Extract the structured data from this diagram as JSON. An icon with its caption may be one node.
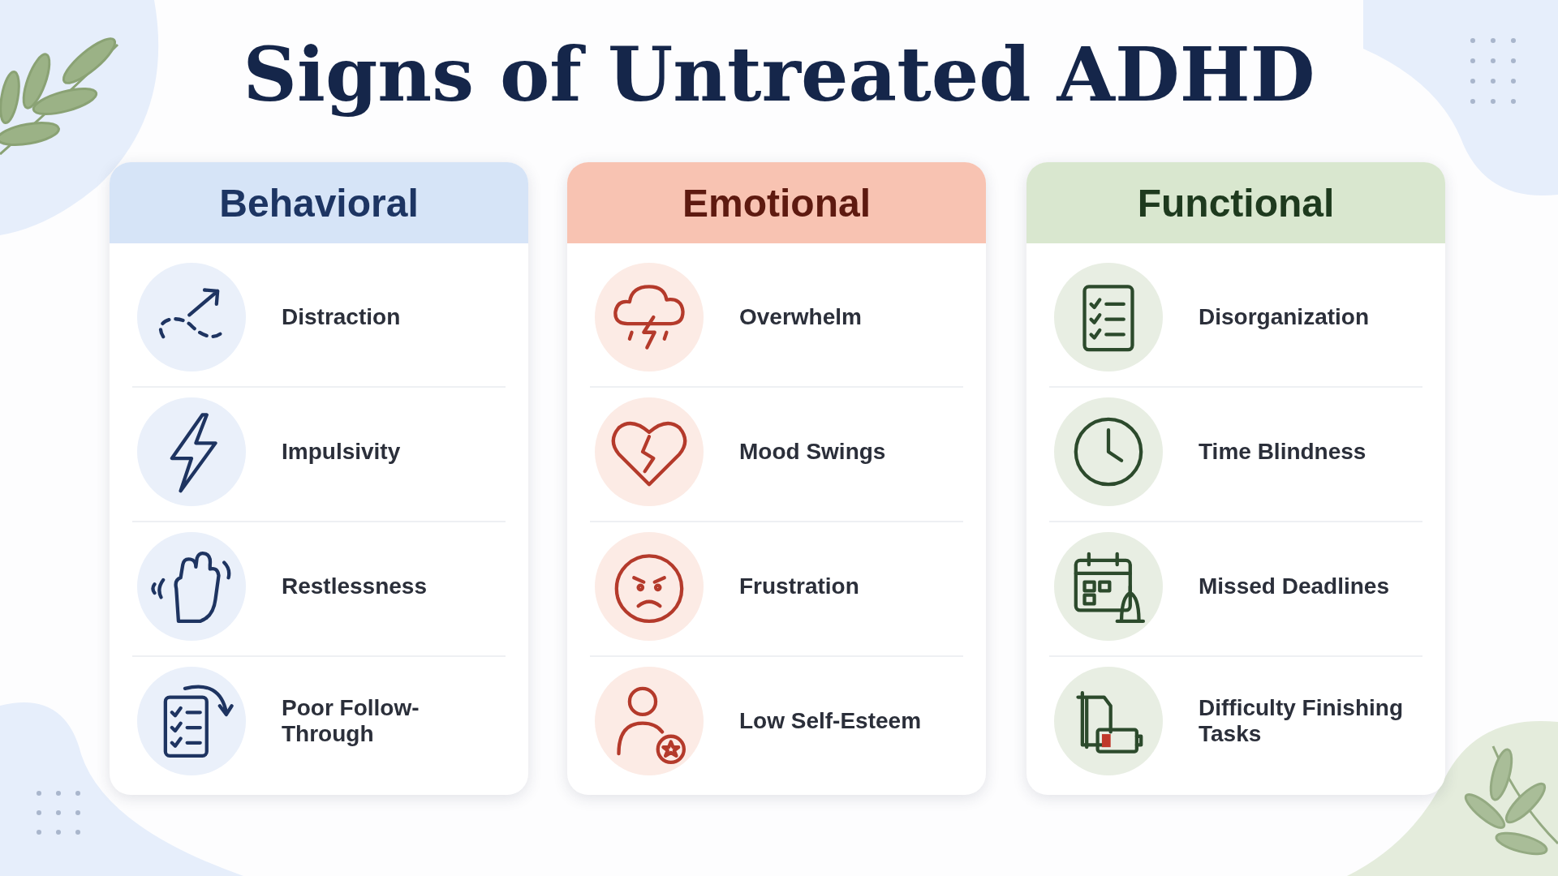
{
  "diagram": {
    "title": "Signs of Untreated ADHD",
    "nodes": [
      {
        "text": [
          "Behavioral"
        ]
      },
      {
        "text": [
          "Distraction"
        ],
        "in": 0
      },
      {
        "text": [
          "Impulsivity"
        ],
        "in": 0
      },
      {
        "text": [
          "Restlessness"
        ],
        "in": 0
      },
      {
        "text": [
          "Poor Follow-Through"
        ],
        "in": 0
      },
      {
        "text": [
          "Emotional"
        ]
      },
      {
        "text": [
          "Overwhelm"
        ],
        "in": 5
      },
      {
        "text": [
          "Mood Swings"
        ],
        "in": 5
      },
      {
        "text": [
          "Frustration"
        ],
        "in": 5
      },
      {
        "text": [
          "Low Self-Esteem"
        ],
        "in": 5
      },
      {
        "text": [
          "Functional"
        ]
      },
      {
        "text": [
          "Disorganization"
        ],
        "in": 10
      },
      {
        "text": [
          "Time Blindness"
        ],
        "in": 10
      },
      {
        "text": [
          "Missed Deadlines"
        ],
        "in": 10
      },
      {
        "text": [
          "Difficulty Finishing Tasks"
        ],
        "in": 10
      }
    ],
    "edges": []
  }
}
